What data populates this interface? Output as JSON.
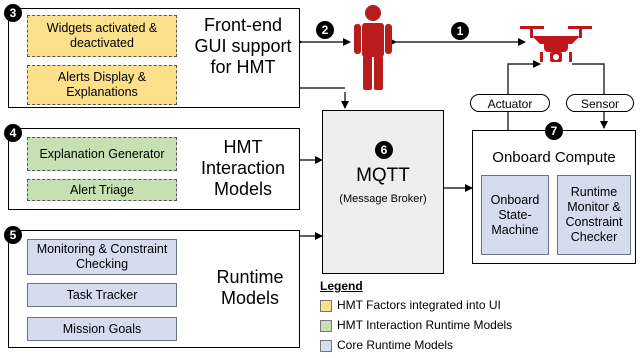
{
  "frontend": {
    "number": "3",
    "title": "Front-end GUI support for HMT",
    "items": [
      "Widgets activated & deactivated",
      "Alerts Display & Explanations"
    ]
  },
  "interaction": {
    "number": "4",
    "title": "HMT Interaction Models",
    "items": [
      "Explanation Generator",
      "Alert Triage"
    ]
  },
  "runtime": {
    "number": "5",
    "title": "Runtime Models",
    "items": [
      "Monitoring & Constraint Checking",
      "Task Tracker",
      "Mission Goals"
    ]
  },
  "mqtt": {
    "number": "6",
    "title": "MQTT",
    "subtitle": "(Message Broker)"
  },
  "onboard": {
    "number": "7",
    "title": "Onboard Compute",
    "items": [
      "Onboard State-Machine",
      "Runtime Monitor & Constraint Checker"
    ]
  },
  "links": {
    "human_to_gui": "2",
    "human_to_drone": "1",
    "actuator_label": "Actuator",
    "sensor_label": "Sensor"
  },
  "legend": {
    "title": "Legend",
    "entries": [
      {
        "label": "HMT Factors integrated into UI",
        "color": "#fde08c"
      },
      {
        "label": "HMT Interaction Runtime Models",
        "color": "#c6e0b4"
      },
      {
        "label": "Core Runtime Models",
        "color": "#d5dcee"
      }
    ]
  },
  "colors": {
    "human": "#b91c1c",
    "drone": "#c0161c"
  }
}
